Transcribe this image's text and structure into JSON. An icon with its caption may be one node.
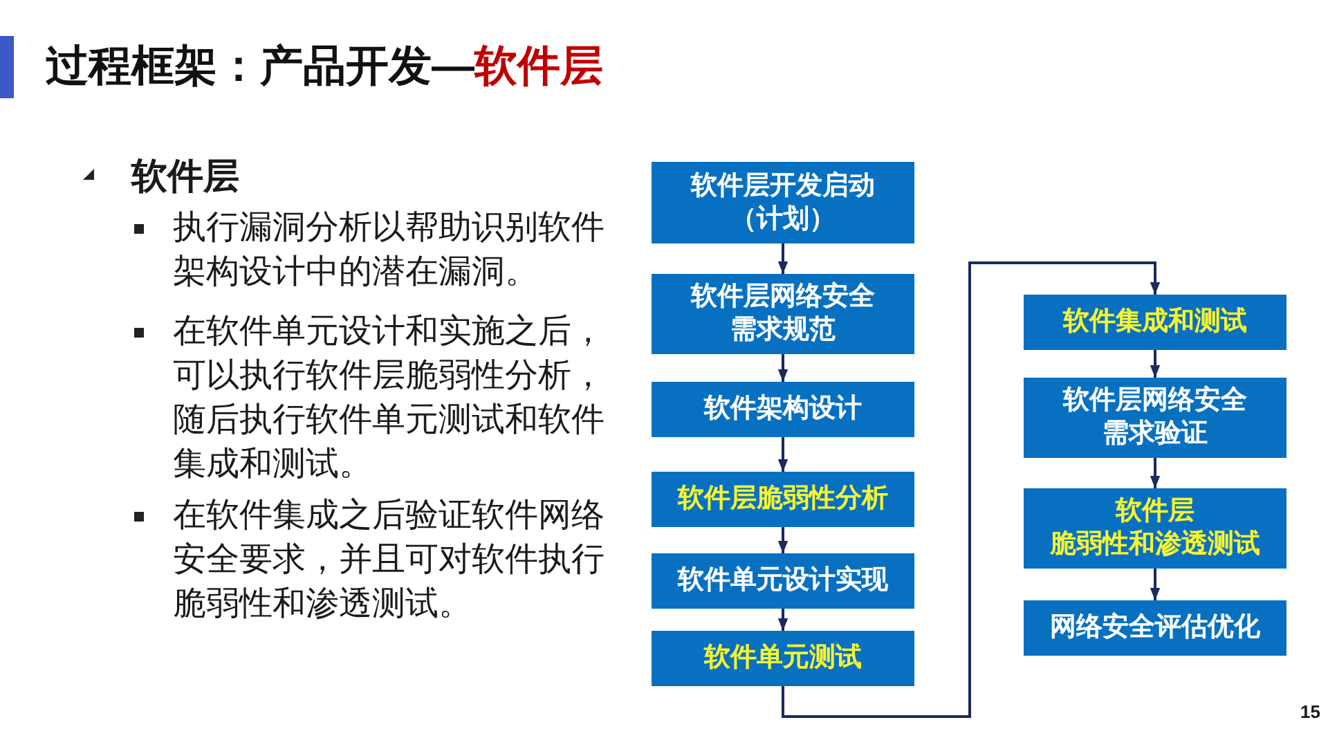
{
  "diagram": {
    "title": "过程框架：产品开发—软件层",
    "nodes": [
      {
        "text": [
          "软件层开发启动（计划）"
        ]
      },
      {
        "text": [
          "软件层网络安全需求规范"
        ]
      },
      {
        "text": [
          "软件架构设计"
        ]
      },
      {
        "text": [
          "软件层脆弱性分析"
        ]
      },
      {
        "text": [
          "软件单元设计实现"
        ]
      },
      {
        "text": [
          "软件单元测试"
        ]
      },
      {
        "text": [
          "软件集成和测试"
        ]
      },
      {
        "text": [
          "软件层网络安全需求验证"
        ]
      },
      {
        "text": [
          "软件层脆弱性和渗透测试"
        ]
      },
      {
        "text": [
          "网络安全评估优化"
        ]
      }
    ],
    "edges": [
      {
        "from": 0,
        "to": 1,
        "arrow": "to"
      },
      {
        "from": 1,
        "to": 2,
        "arrow": "to"
      },
      {
        "from": 2,
        "to": 3,
        "arrow": "to"
      },
      {
        "from": 3,
        "to": 4,
        "arrow": "to"
      },
      {
        "from": 4,
        "to": 5,
        "arrow": "to"
      },
      {
        "from": 5,
        "to": 6,
        "arrow": "to"
      },
      {
        "from": 6,
        "to": 7,
        "arrow": "to"
      },
      {
        "from": 7,
        "to": 8,
        "arrow": "to"
      },
      {
        "from": 8,
        "to": 9,
        "arrow": "to"
      }
    ],
    "labels": [
      "软件层",
      "执行漏洞分析以帮助识别软件架构设计中的潜在漏洞。",
      "在软件单元设计和实施之后，可以执行软件层脆弱性分析，随后执行软件单元测试和软件集成和测试。",
      "在软件集成之后验证软件网络安全要求，并且可对软件执行脆弱性和渗透测试。",
      "15"
    ]
  }
}
